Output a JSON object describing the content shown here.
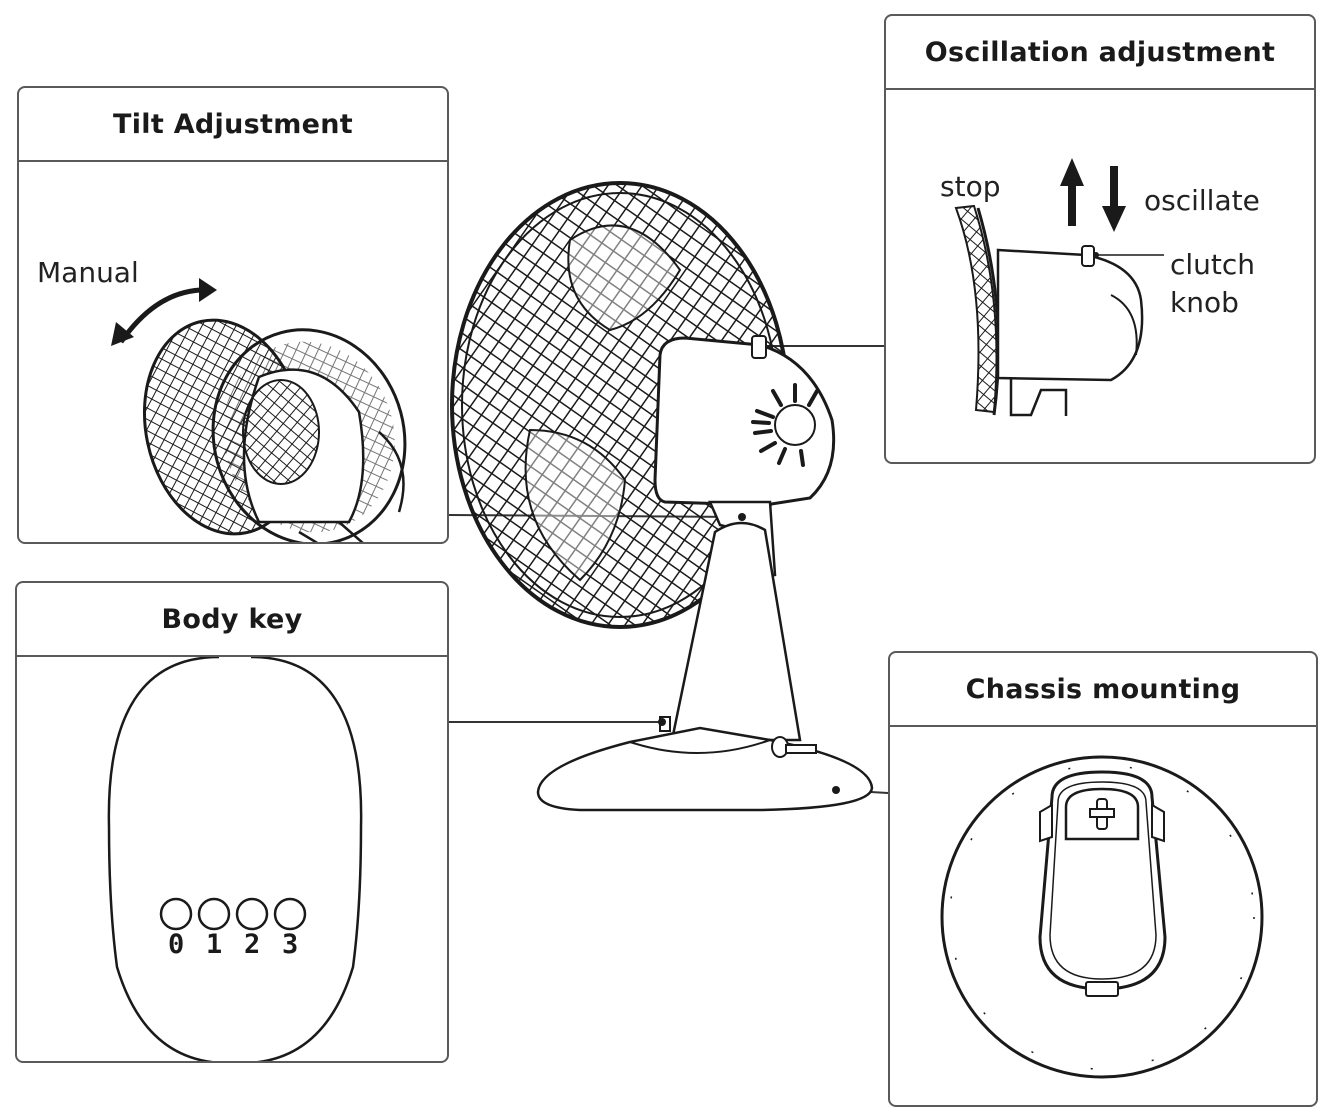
{
  "panels": {
    "tilt": {
      "title": "Tilt Adjustment",
      "label_manual": "Manual"
    },
    "oscillation": {
      "title": "Oscillation adjustment",
      "label_stop": "stop",
      "label_oscillate": "oscillate",
      "label_clutch": "clutch",
      "label_knob": "knob"
    },
    "body_key": {
      "title": "Body key",
      "keys": [
        "0",
        "1",
        "2",
        "3"
      ]
    },
    "chassis": {
      "title": "Chassis mounting"
    }
  },
  "colors": {
    "line": "#1a1a1a",
    "panel_border": "#5a5a5a"
  }
}
